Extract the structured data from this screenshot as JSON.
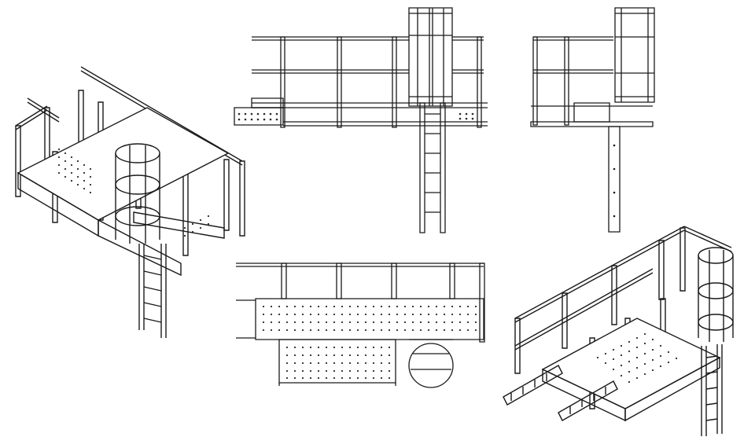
{
  "drawing": {
    "background": "#ffffff",
    "line_color": "#1a1a1a",
    "fill_color": "#ffffff",
    "perforation_color": "#2a2a2a"
  },
  "views": [
    {
      "id": "iso-left",
      "kind": "isometric"
    },
    {
      "id": "front-elevation",
      "kind": "elevation"
    },
    {
      "id": "side-elevation",
      "kind": "elevation"
    },
    {
      "id": "top-plan",
      "kind": "plan"
    },
    {
      "id": "iso-right",
      "kind": "isometric"
    }
  ]
}
